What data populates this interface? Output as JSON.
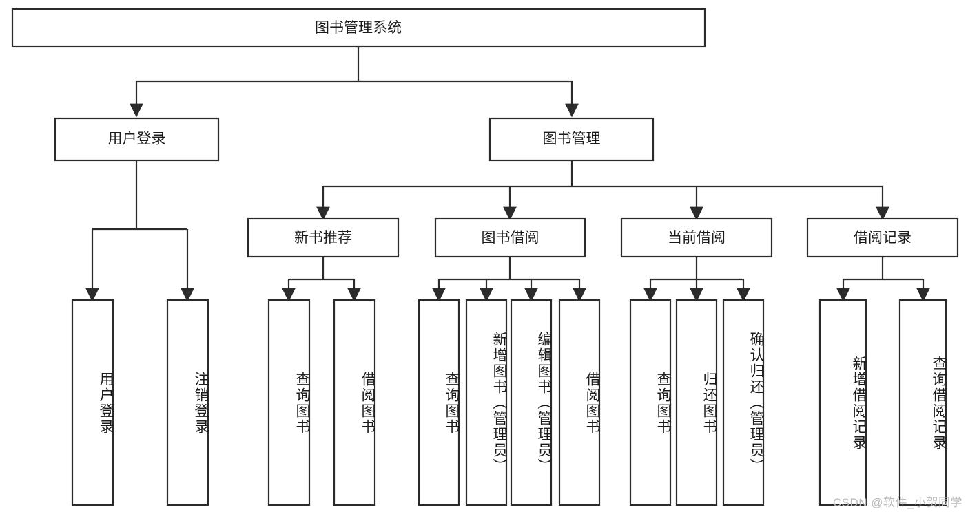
{
  "diagram": {
    "type": "tree-hierarchy-chart",
    "title": "图书管理系统",
    "levels": 4,
    "colors": {
      "box_fill": "#ffffff",
      "box_stroke": "#2b2b2b",
      "text": "#1b1b1b",
      "background": "#ffffff",
      "watermark": "#b9b9b9"
    },
    "root": {
      "label": "图书管理系统",
      "orientation": "horizontal"
    },
    "level2": [
      {
        "label": "用户登录",
        "orientation": "horizontal"
      },
      {
        "label": "图书管理",
        "orientation": "horizontal"
      }
    ],
    "level3": [
      {
        "label": "新书推荐",
        "orientation": "horizontal",
        "parent": "图书管理"
      },
      {
        "label": "图书借阅",
        "orientation": "horizontal",
        "parent": "图书管理"
      },
      {
        "label": "当前借阅",
        "orientation": "horizontal",
        "parent": "图书管理"
      },
      {
        "label": "借阅记录",
        "orientation": "horizontal",
        "parent": "图书管理"
      }
    ],
    "leaves": {
      "user_login": [
        {
          "label": "用户登录",
          "orientation": "vertical"
        },
        {
          "label": "注销登录",
          "orientation": "vertical"
        }
      ],
      "new_book_recommend": [
        {
          "label": "查询图书",
          "orientation": "vertical"
        },
        {
          "label": "借阅图书",
          "orientation": "vertical"
        }
      ],
      "book_borrow": [
        {
          "label": "查询图书",
          "orientation": "vertical"
        },
        {
          "label": "新增图书（管理员）",
          "orientation": "vertical"
        },
        {
          "label": "编辑图书（管理员）",
          "orientation": "vertical"
        },
        {
          "label": "借阅图书",
          "orientation": "vertical"
        }
      ],
      "current_borrow": [
        {
          "label": "查询图书",
          "orientation": "vertical"
        },
        {
          "label": "归还图书",
          "orientation": "vertical"
        },
        {
          "label": "确认归还（管理员）",
          "orientation": "vertical"
        }
      ],
      "borrow_records": [
        {
          "label": "新增借阅记录",
          "orientation": "vertical"
        },
        {
          "label": "查询借阅记录",
          "orientation": "vertical"
        }
      ]
    }
  },
  "watermark": {
    "text": "CSDN @软件_小贺同学"
  }
}
